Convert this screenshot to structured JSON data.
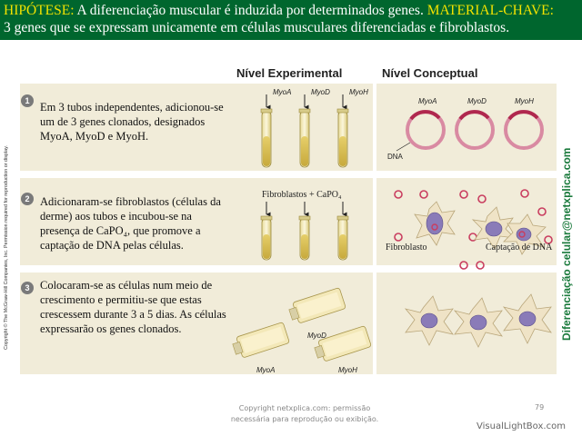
{
  "banner": {
    "hypothesis_label": "HIPÓTESE:",
    "hypothesis_text": " A diferenciação muscular é induzida por determinados genes.",
    "material_label": " MATERIAL-CHAVE:",
    "material_text": "3 genes que se expressam unicamente em células musculares diferenciadas e fibroblastos."
  },
  "columns": {
    "experimental": "Nível Experimental",
    "conceptual": "Nível Conceptual"
  },
  "steps": [
    {
      "number": "1",
      "text": "Em 3 tubos independentes, adicionou-se um de 3 genes clonados, designados MyoA, MyoD e MyoH.",
      "tube_labels": [
        "MyoA",
        "MyoD",
        "MyoH"
      ],
      "concept_labels": [
        "MyoA",
        "MyoD",
        "MyoH"
      ],
      "dna_label": "DNA"
    },
    {
      "number": "2",
      "text": "Adicionaram-se fibroblastos (células da derme) aos tubos e incubou-se na presença de CaPO₄,  que promove  a captação de DNA pelas células.",
      "reagent_label": "Fibroblastos + CaPO₄",
      "concept_labels": [
        "Fibroblasto",
        "Captação de DNA"
      ]
    },
    {
      "number": "3",
      "text": "Colocaram-se as células num meio de crescimento e permitiu-se que estas crescessem durante 3 a 5 dias. As células expressarão os genes clonados.",
      "flask_labels": [
        "MyoD",
        "MyoA",
        "MyoH"
      ]
    }
  ],
  "side_copyright": "Copyright © The McGraw-Hill Companies, Inc. Permission required for reproduction or display.",
  "side_brand": "Diferenciação celular@netxplica.com",
  "footer": {
    "line1": "Copyright netxplica.com: permissão",
    "line2": "necessária para reprodução ou exibição.",
    "page_number": "79",
    "watermark": "VisualLightBox.com"
  },
  "colors": {
    "banner_bg": "#00662e",
    "highlight": "#f2e200",
    "panel_bg": "#f1ecd9",
    "plasmid": "#c93d5f",
    "cell_fill": "#efe3c6",
    "nucleus": "#8a7bb8",
    "brand_green": "#1a7a3c"
  },
  "icons": [
    "test-tube-icon",
    "plasmid-icon",
    "arrow-down-icon",
    "fibroblast-cell-icon",
    "culture-flask-icon"
  ]
}
